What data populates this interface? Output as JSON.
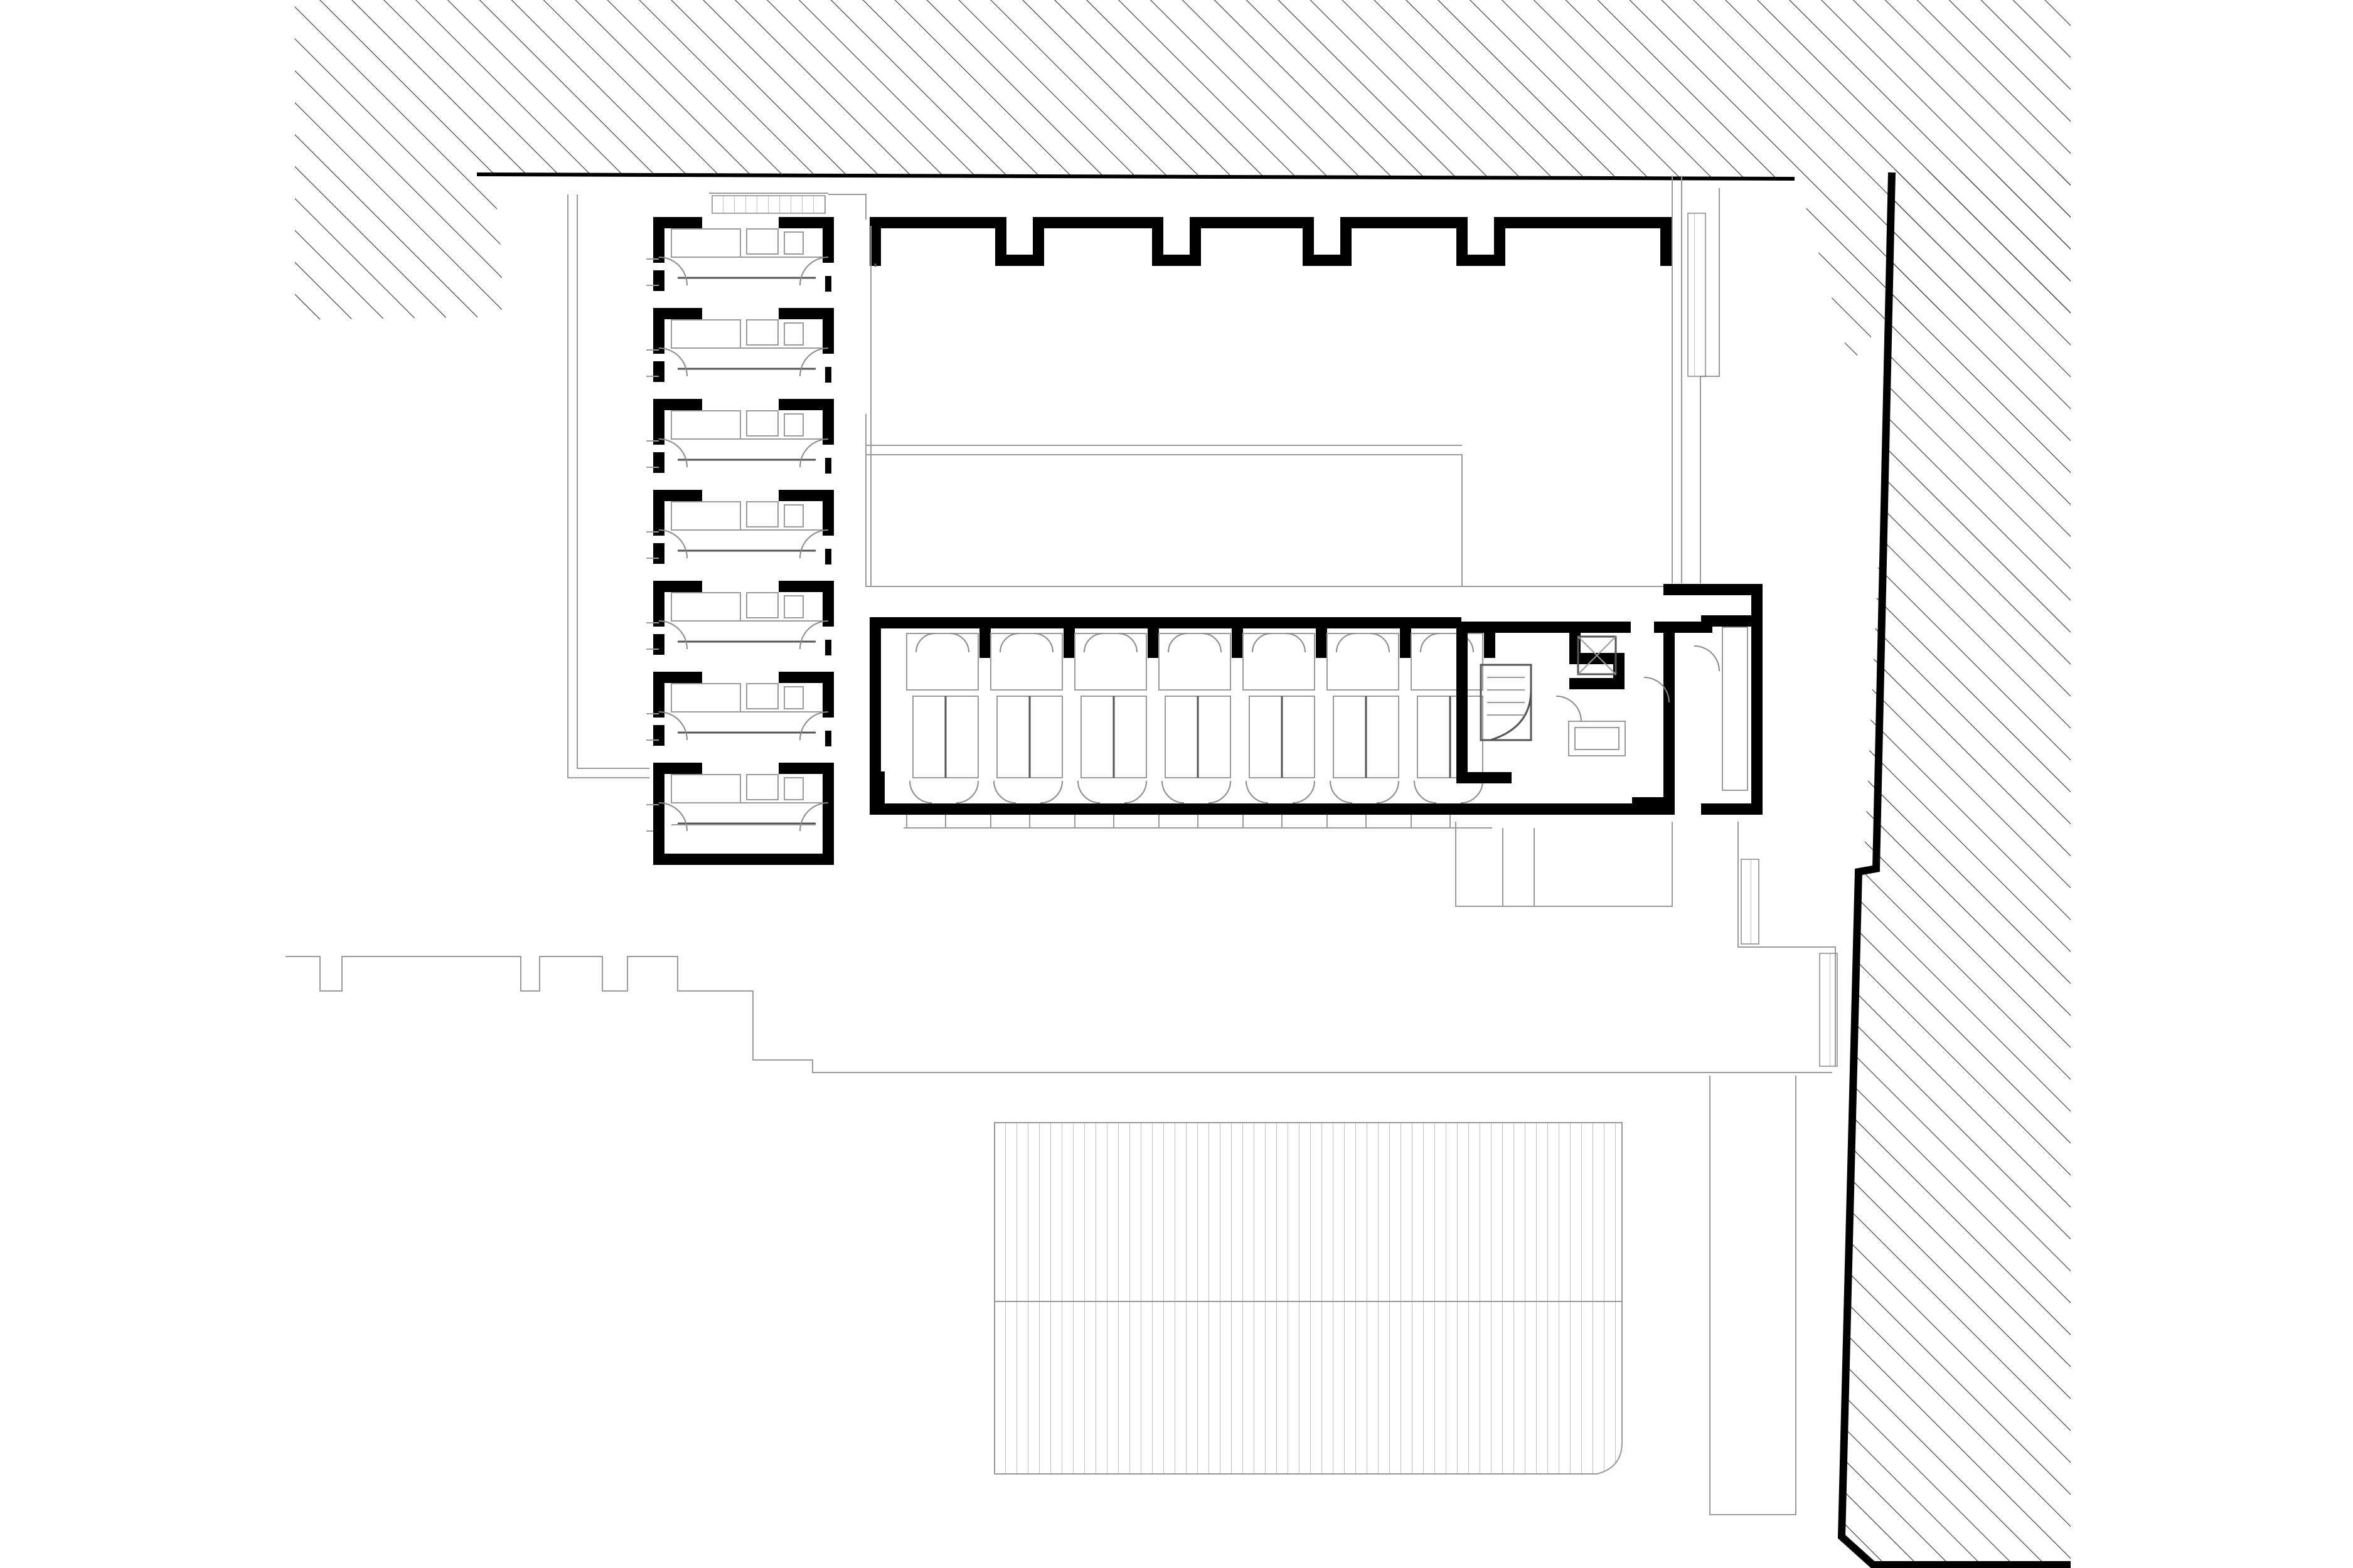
{
  "drawing": {
    "type": "architectural floor plan",
    "text_labels": [],
    "colors": {
      "background": "#ffffff",
      "walls": "#000000",
      "hatch": "#333333",
      "thin_lines": "#9a9a9a"
    },
    "counts": {
      "west_wing_units": 7,
      "south_wing_units": 7,
      "courtyard_bays": 5
    }
  }
}
